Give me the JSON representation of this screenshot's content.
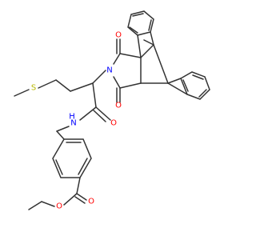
{
  "colors": {
    "background": "#ffffff",
    "bond": "#333333",
    "oxygen": "#ff0000",
    "nitrogen": "#0000ff",
    "sulfur": "#b8b800"
  },
  "atoms": {
    "sulfur": "S",
    "amide_nitrogen_H": "H",
    "amide_nitrogen": "N",
    "amide_oxygen": "O",
    "imide_oxygen_top": "O",
    "imide_nitrogen": "N",
    "imide_oxygen_bottom": "O",
    "ester_carbonyl_oxygen": "O",
    "ester_ether_oxygen": "O"
  }
}
